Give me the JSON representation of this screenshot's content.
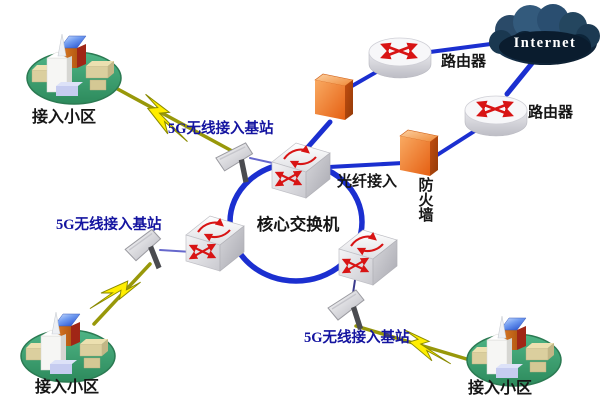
{
  "diagram": {
    "type": "network-topology",
    "labels": {
      "internet": "Internet",
      "router_top": "路由器",
      "router_right": "路由器",
      "firewall": "防火墙",
      "firewall_vertical": [
        "防",
        "火",
        "墙"
      ],
      "fiber_access": "光纤接入",
      "core_switch": "核心交换机",
      "base_station_top": "5G无线接入基站",
      "base_station_left": "5G无线接入基站",
      "base_station_bottom": "5G无线接入基站",
      "community_top_left": "接入小区",
      "community_bottom_left": "接入小区",
      "community_bottom_right": "接入小区"
    },
    "colors": {
      "link_blue": "#1b2fd0",
      "ring_blue": "#1b2fd0",
      "thin_link_purple": "#6668cc",
      "wireless_olive": "#98980a",
      "bolt_yellow": "#ffee00",
      "arrow_red": "#d81414",
      "firewall_orange": "#e8661a",
      "community_green": "#3fa376",
      "cloud_navy": "#0e2438",
      "label_dark": "#161616",
      "label_blue": "#1414a0",
      "internet_text": "#ffffff"
    },
    "edges": [
      [
        "community-top-left",
        "base-station-top",
        "wireless"
      ],
      [
        "base-station-top",
        "core-switch-top",
        "cable"
      ],
      [
        "core-switch-top",
        "firewall-top",
        "fiber"
      ],
      [
        "firewall-top",
        "router-top",
        "fiber"
      ],
      [
        "router-top",
        "internet-cloud",
        "fiber"
      ],
      [
        "internet-cloud",
        "router-right",
        "fiber"
      ],
      [
        "router-right",
        "firewall-right",
        "fiber"
      ],
      [
        "firewall-right",
        "core-switch-top",
        "fiber-access"
      ],
      [
        "core-switch-top",
        "core-switch-left",
        "ring"
      ],
      [
        "core-switch-left",
        "core-switch-bottom",
        "ring"
      ],
      [
        "core-switch-bottom",
        "core-switch-top",
        "ring"
      ],
      [
        "core-switch-left",
        "base-station-left",
        "cable"
      ],
      [
        "base-station-left",
        "community-bottom-left",
        "wireless"
      ],
      [
        "core-switch-bottom",
        "base-station-bottom",
        "cable"
      ],
      [
        "base-station-bottom",
        "community-bottom-right",
        "wireless"
      ]
    ]
  }
}
